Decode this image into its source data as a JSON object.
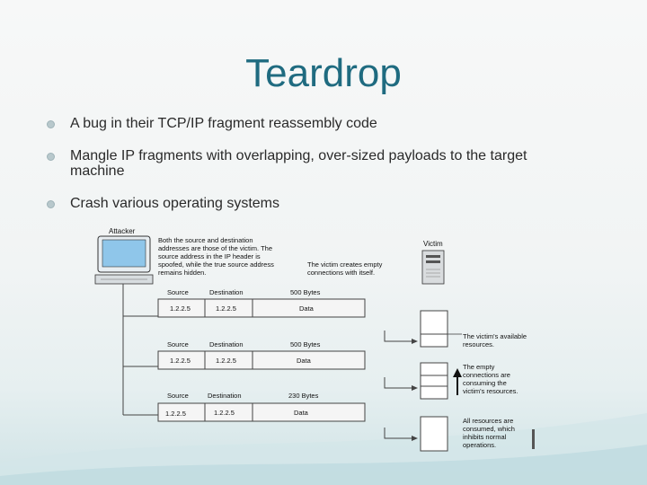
{
  "slide": {
    "title": "Teardrop",
    "bullets": [
      "A bug in their TCP/IP fragment reassembly code",
      "Mangle IP fragments with overlapping, over-sized payloads to the target machine",
      "Crash various operating systems"
    ]
  },
  "diagram": {
    "attacker_label": "Attacker",
    "victim_label": "Victim",
    "note_top": [
      "Both the source and destination",
      "addresses are those of the victim. The",
      "source address in the IP header is",
      "spoofed, while the true source address",
      "remains hidden."
    ],
    "note_victim": [
      "The victim creates empty",
      "connections with itself."
    ],
    "packets": [
      {
        "source_header": "Source",
        "dest_header": "Destination",
        "size": "500 Bytes",
        "source": "1.2.2.5",
        "dest": "1.2.2.5",
        "data": "Data"
      },
      {
        "source_header": "Source",
        "dest_header": "Destination",
        "size": "500 Bytes",
        "source": "1.2.2.5",
        "dest": "1.2.2.5",
        "data": "Data"
      },
      {
        "source_header": "Source",
        "dest_header": "Destination",
        "size": "230 Bytes",
        "source": "1.2.2.5",
        "dest": "1.2.2.5",
        "data": "Data"
      }
    ],
    "annotations": [
      [
        "The victim's available",
        "resources."
      ],
      [
        "The empty",
        "connections are",
        "consuming the",
        "victim's resources."
      ],
      [
        "All resources are",
        "consumed, which",
        "inhibits normal",
        "operations."
      ]
    ]
  }
}
